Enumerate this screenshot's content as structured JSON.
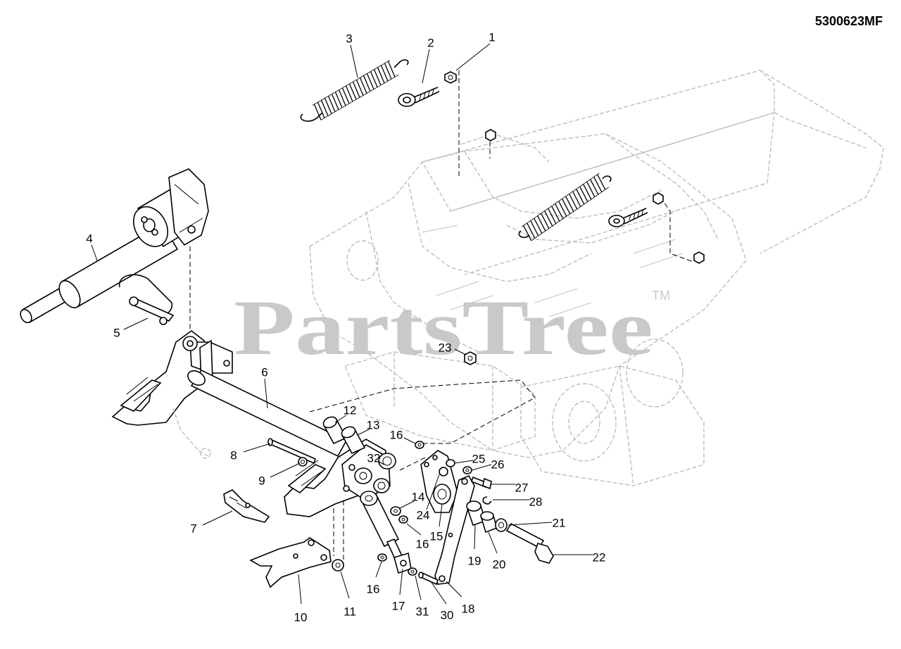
{
  "diagram_code": "5300623MF",
  "watermark": {
    "text": "PartsTree",
    "tm": "TM"
  },
  "callouts": [
    {
      "id": "1",
      "label": "1"
    },
    {
      "id": "2",
      "label": "2"
    },
    {
      "id": "3",
      "label": "3"
    },
    {
      "id": "4",
      "label": "4"
    },
    {
      "id": "5",
      "label": "5"
    },
    {
      "id": "6",
      "label": "6"
    },
    {
      "id": "7",
      "label": "7"
    },
    {
      "id": "8",
      "label": "8"
    },
    {
      "id": "9",
      "label": "9"
    },
    {
      "id": "10",
      "label": "10"
    },
    {
      "id": "11",
      "label": "11"
    },
    {
      "id": "12",
      "label": "12"
    },
    {
      "id": "13",
      "label": "13"
    },
    {
      "id": "14",
      "label": "14"
    },
    {
      "id": "15",
      "label": "15"
    },
    {
      "id": "16a",
      "label": "16"
    },
    {
      "id": "16b",
      "label": "16"
    },
    {
      "id": "16c",
      "label": "16"
    },
    {
      "id": "17",
      "label": "17"
    },
    {
      "id": "18",
      "label": "18"
    },
    {
      "id": "19",
      "label": "19"
    },
    {
      "id": "20",
      "label": "20"
    },
    {
      "id": "21",
      "label": "21"
    },
    {
      "id": "22",
      "label": "22"
    },
    {
      "id": "23",
      "label": "23"
    },
    {
      "id": "24",
      "label": "24"
    },
    {
      "id": "25",
      "label": "25"
    },
    {
      "id": "26",
      "label": "26"
    },
    {
      "id": "27",
      "label": "27"
    },
    {
      "id": "28",
      "label": "28"
    },
    {
      "id": "30",
      "label": "30"
    },
    {
      "id": "31",
      "label": "31"
    },
    {
      "id": "32",
      "label": "32"
    }
  ]
}
